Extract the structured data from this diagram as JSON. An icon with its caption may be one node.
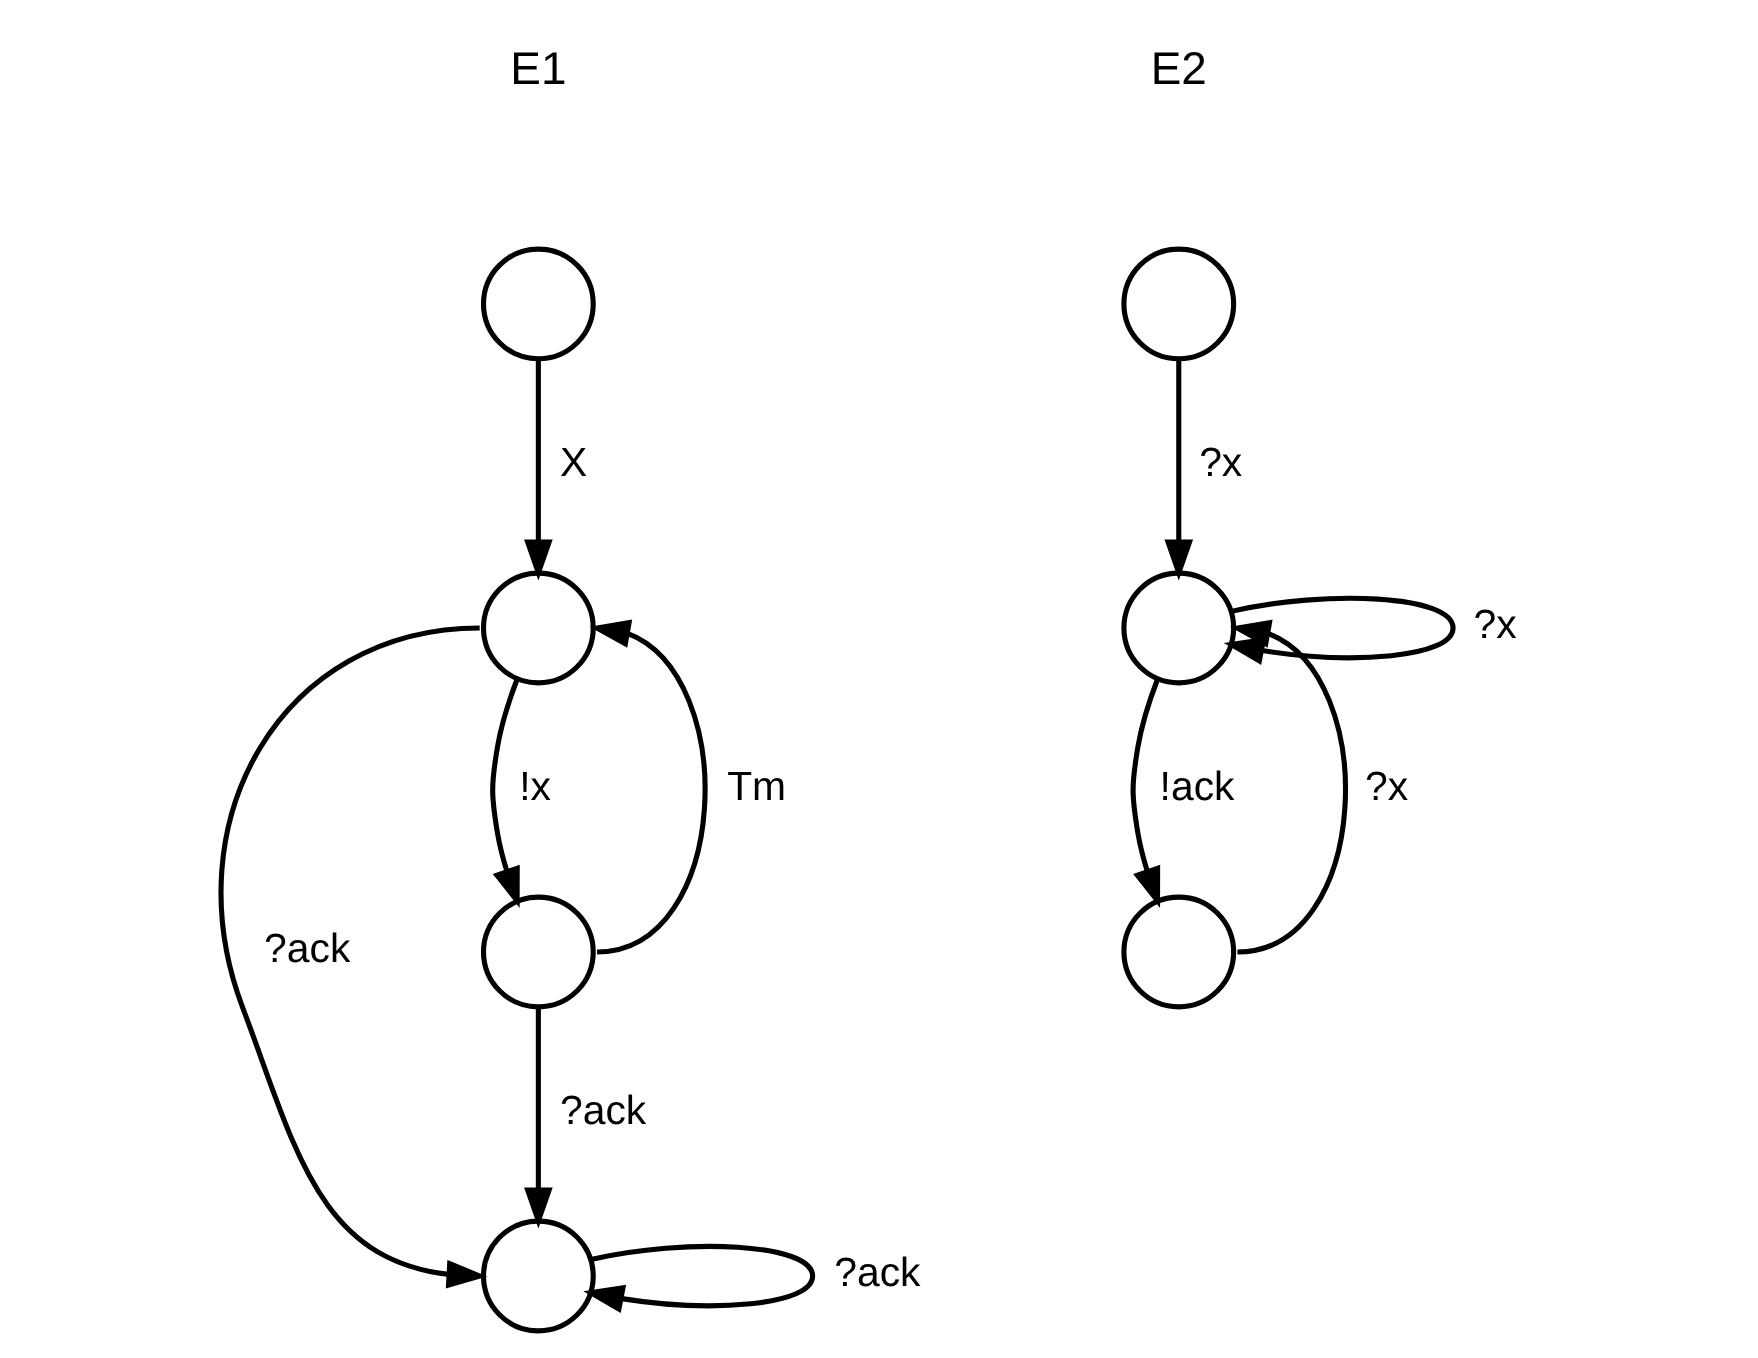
{
  "diagram": {
    "nodes": [
      {
        "text": [],
        "shape": "circle"
      },
      {
        "text": [],
        "shape": "circle"
      },
      {
        "text": [],
        "shape": "circle"
      },
      {
        "text": [],
        "shape": "circle"
      },
      {
        "text": [],
        "shape": "circle"
      },
      {
        "text": [],
        "shape": "circle"
      },
      {
        "text": [],
        "shape": "circle"
      }
    ],
    "edges": [
      {
        "from": 0,
        "to": 1,
        "arrow": "to",
        "label": "X"
      },
      {
        "from": 1,
        "to": 2,
        "arrow": "to",
        "label": "!x"
      },
      {
        "from": 2,
        "to": 1,
        "arrow": "to",
        "label": "Tm"
      },
      {
        "from": 1,
        "to": 3,
        "arrow": "to",
        "label": "?ack"
      },
      {
        "from": 2,
        "to": 3,
        "arrow": "to",
        "label": "?ack"
      },
      {
        "from": 3,
        "to": 3,
        "arrow": "to",
        "label": "?ack"
      },
      {
        "from": 4,
        "to": 5,
        "arrow": "to",
        "label": "?x"
      },
      {
        "from": 5,
        "to": 5,
        "arrow": "to",
        "label": "?x"
      },
      {
        "from": 5,
        "to": 6,
        "arrow": "to",
        "label": "!ack"
      },
      {
        "from": 6,
        "to": 5,
        "arrow": "to",
        "label": "?x"
      }
    ],
    "labels": [
      "E1",
      "E2"
    ]
  }
}
